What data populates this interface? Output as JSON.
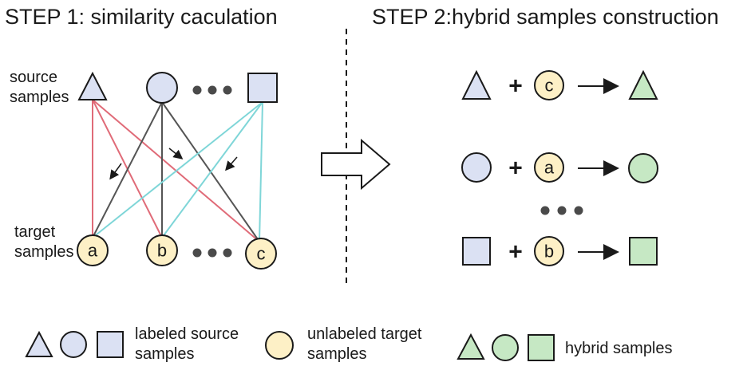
{
  "steps": {
    "step1_title": "STEP 1: similarity caculation",
    "step2_title": "STEP 2:hybrid samples construction"
  },
  "step1": {
    "source_label_line1": "source",
    "source_label_line2": "samples",
    "target_label_line1": "target",
    "target_label_line2": "samples",
    "targets": [
      "a",
      "b",
      "c"
    ]
  },
  "step2": {
    "rows": [
      {
        "source_shape": "triangle",
        "target_letter": "c",
        "hybrid_shape": "triangle"
      },
      {
        "source_shape": "circle",
        "target_letter": "a",
        "hybrid_shape": "circle"
      },
      {
        "source_shape": "square",
        "target_letter": "b",
        "hybrid_shape": "square"
      }
    ],
    "plus_symbol": "+"
  },
  "legend": {
    "labeled_line1": "labeled source",
    "labeled_line2": "samples",
    "unlabeled_line1": "unlabeled target",
    "unlabeled_line2": "samples",
    "hybrid": "hybrid samples"
  },
  "colors": {
    "source_fill": "#dbe1f3",
    "target_fill": "#fdf0c6",
    "hybrid_fill": "#c6e8c4",
    "link_triangle": "#e06b78",
    "link_circle": "#555555",
    "link_square": "#7fd6d8"
  }
}
